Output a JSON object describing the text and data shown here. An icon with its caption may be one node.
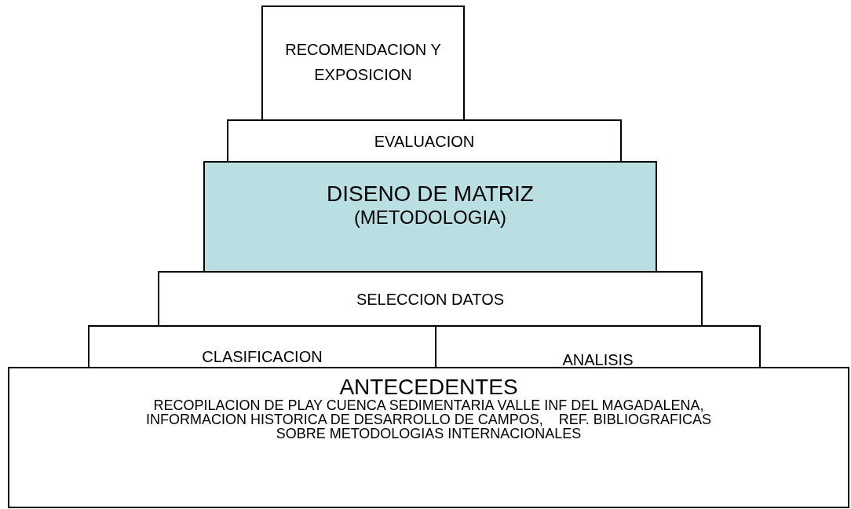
{
  "diagram": {
    "nodes": [
      {
        "text": [
          "RECOMENDACION Y EXPOSICION"
        ]
      },
      {
        "text": [
          "EVALUACION"
        ]
      },
      {
        "text": [
          "DISENO DE MATRIZ",
          "(METODOLOGIA)"
        ]
      },
      {
        "text": [
          "SELECCION DATOS"
        ]
      },
      {
        "text": [
          "CLASIFICACION"
        ]
      },
      {
        "text": [
          "ANALISIS"
        ]
      },
      {
        "text": [
          "ANTECEDENTES",
          "RECOPILACION DE PLAY CUENCA SEDIMENTARIA VALLE INF DEL MAGADALENA,    INFORMACION HISTORICA DE DESARROLLO DE CAMPOS,    REF. BIBLIOGRAFICAS SOBRE METODOLOGIAS INTERNACIONALES"
        ]
      }
    ]
  }
}
